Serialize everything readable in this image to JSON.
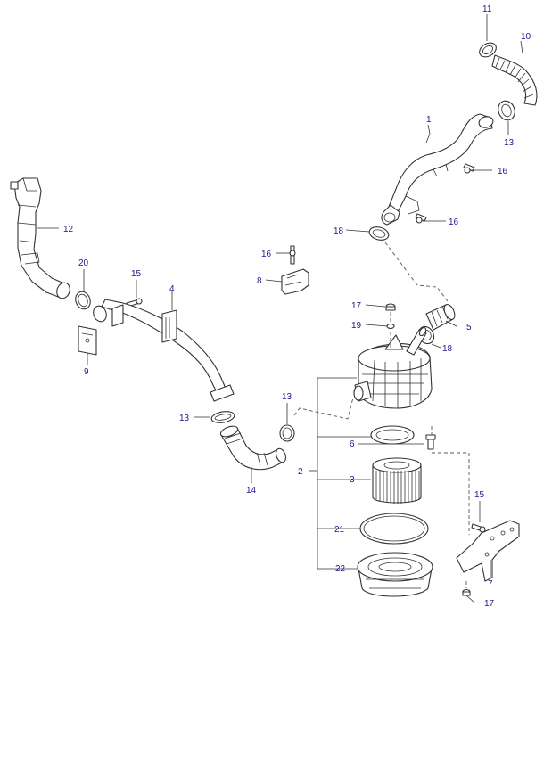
{
  "colors": {
    "callout": "#1a1a8c",
    "line": "#333333",
    "background": "#ffffff"
  },
  "callouts": {
    "c11": "11",
    "c10": "10",
    "c1": "1",
    "c13a": "13",
    "c16a": "16",
    "c16b": "16",
    "c18a": "18",
    "c12": "12",
    "c16c": "16",
    "c8": "8",
    "c20": "20",
    "c15a": "15",
    "c4": "4",
    "c17a": "17",
    "c19": "19",
    "c5": "5",
    "c18b": "18",
    "c9": "9",
    "c13b": "13",
    "c13c": "13",
    "c6": "6",
    "c2": "2",
    "c3": "3",
    "c14": "14",
    "c15b": "15",
    "c21": "21",
    "c22": "22",
    "c7": "7",
    "c17b": "17"
  }
}
